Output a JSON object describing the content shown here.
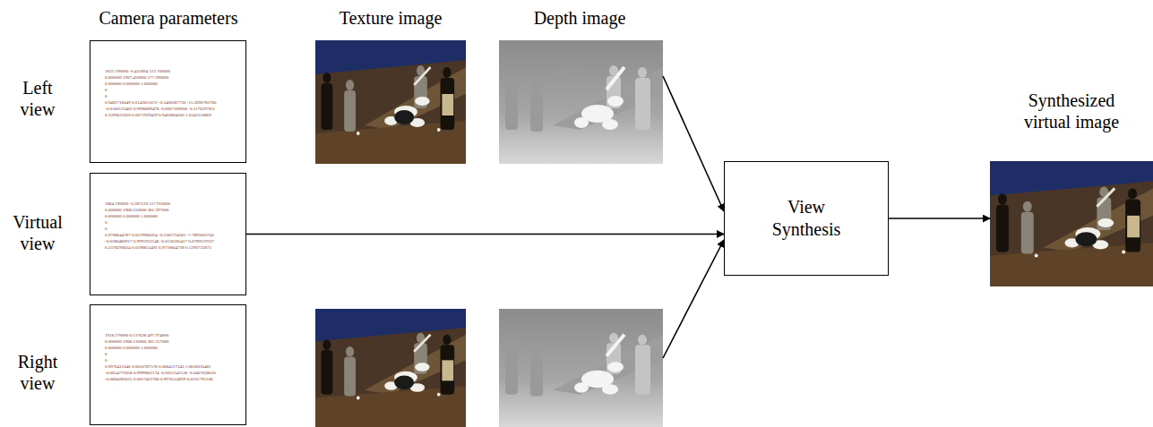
{
  "diagram": {
    "nodes": [
      {
        "text": [
          "1832.190000 -0.435894 513.700000",
          "0.000000 1907.450000 377.390000",
          "0.000000 0.000000 1.000000",
          "0",
          "0",
          "0.9402716649 0.0143051672 -0.3400387730 -15.2690783766",
          "-0.0160123402 0.9998689478 -0.0007169006 -0.1170597811",
          "0.3399625020 0.0071929429 0.9403804560 1.6343150869"
        ]
      },
      {
        "text": [
          "1884.190000 -0.287129 517.910000",
          "0.000000 1968.210000 381.397000",
          "0.000000 0.000000 1.000000",
          "0",
          "0",
          "0.9708644787 0.0239966034 -0.2382724361 -7.7895603742",
          "-0.0280480917 0.9995932546 -0.0136185417 0.0789219337",
          "0.2378290634 0.0198853491 0.9710664728 0.1290735873"
        ]
      },
      {
        "text": [
          "1918.270000 0.137638 497.974000",
          "0.000000 1908.130000 381.357000",
          "0.000000 0.000000 1.000000",
          "0",
          "0",
          "0.9976412046 0.0056787578 0.0684117243 1.0636016481",
          "-0.0054772058 0.9999803174 -0.0031242538 -0.0407628616",
          "-0.0684282035 0.0027422768 0.9976524929 0.0101792108"
        ]
      },
      {
        "text": [
          "View Synthesis"
        ]
      },
      {
        "text": [
          "Synthesized virtual image"
        ]
      }
    ],
    "edges": [
      {
        "from": 1,
        "to": 3,
        "arrow": "to"
      },
      {
        "from": 3,
        "to": 4,
        "arrow": "to"
      }
    ],
    "labels": [
      "Camera parameters",
      "Texture image",
      "Depth image",
      "Left view",
      "Virtual view",
      "Right view"
    ]
  }
}
